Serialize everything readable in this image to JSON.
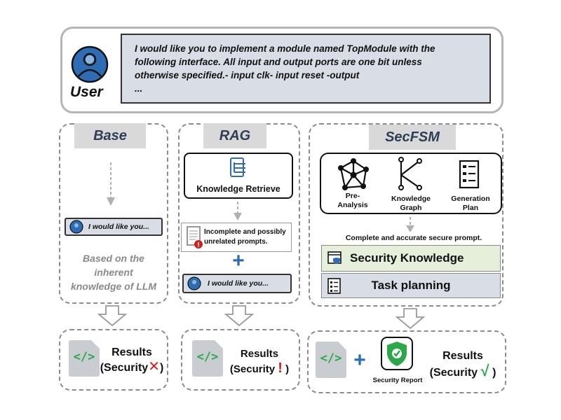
{
  "user": {
    "label": "User",
    "prompt_lines": [
      "I would like you to implement a module named TopModule with the",
      "following interface. All input and output ports are one bit unless",
      "otherwise specified.- input  clk- input  reset -output",
      "..."
    ]
  },
  "base": {
    "title": "Base",
    "card_text": "I would like you...",
    "note_lines": [
      "Based on the",
      "inherent",
      "knowledge of LLM"
    ],
    "result": {
      "label": "Results",
      "security": "(Security",
      "mark": "✕",
      "close": ")"
    }
  },
  "rag": {
    "title": "RAG",
    "retrieve_label": "Knowledge Retrieve",
    "incomplete_lines": [
      "Incomplete and possibly",
      "unrelated prompts."
    ],
    "plus": "+",
    "card_text": "I would like you...",
    "result": {
      "label": "Results",
      "security": "(Security",
      "mark": "!",
      "close": ")"
    }
  },
  "secfsm": {
    "title": "SecFSM",
    "tools": [
      {
        "icon": "network-icon",
        "lines": [
          "Pre-",
          "Analysis"
        ]
      },
      {
        "icon": "graph-icon",
        "lines": [
          "Knowledge",
          "Graph"
        ]
      },
      {
        "icon": "checklist-icon",
        "lines": [
          "Generation",
          "Plan"
        ]
      }
    ],
    "complete_label": "Complete and accurate secure prompt.",
    "security_knowledge": "Security Knowledge",
    "task_planning": "Task planning",
    "plus": "+",
    "report_label": "Security Report",
    "result": {
      "label": "Results",
      "security": "(Security",
      "mark": "√",
      "close": ")"
    }
  },
  "colors": {
    "accent_blue": "#2e6db4",
    "red": "#d02020",
    "green": "#2aa84a",
    "panel_green": "#e6efd9",
    "panel_blue": "#d9dee6"
  }
}
